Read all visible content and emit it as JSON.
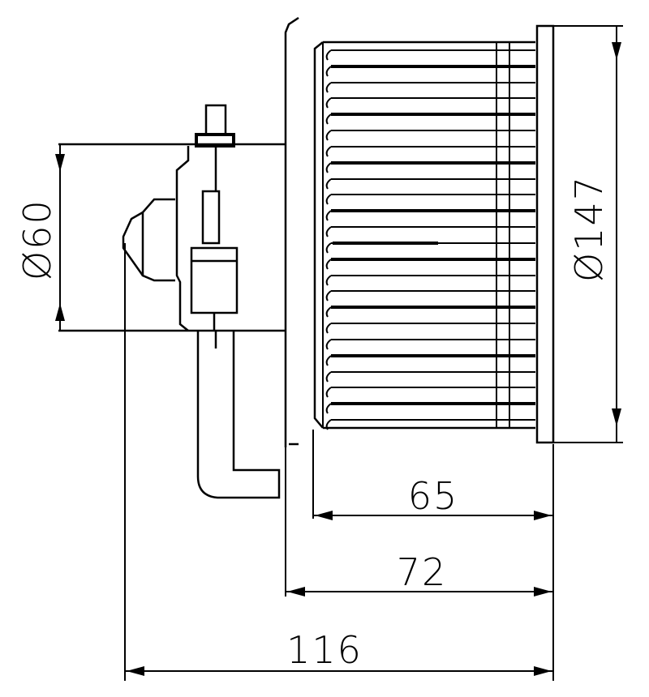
{
  "drawing": {
    "dimensions": {
      "motor_diameter": "Ø60",
      "fan_diameter": "Ø147",
      "fan_width": "65",
      "housing_width": "72",
      "overall_length": "116"
    }
  }
}
